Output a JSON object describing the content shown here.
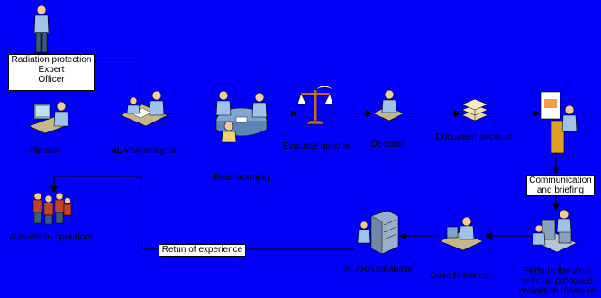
{
  "boxes": {
    "expert_line1": "Radiation protection",
    "expert_line2": "Expert",
    "expert_line3": "Officer",
    "comm_line1": "Communication",
    "comm_line2": "and briefing",
    "return_label": "Retun of experience"
  },
  "labels": {
    "planner": "Planner",
    "alara_analysis": "ALARA analysis",
    "brainstorming": "Brainstorming",
    "evaluate_options": "Evaluate options",
    "decision": "Decision",
    "document_decision": "Document decision",
    "workers": "Workers or operators",
    "alara_database": "ALARA database",
    "dose_follow_up": "Dose follow up",
    "perform_line1": "Perform the work",
    "perform_line2": "with the proposed",
    "perform_line3": "protection measure"
  },
  "colors": {
    "background": "#0000f8",
    "line": "#000000",
    "box_fill": "#ffffff"
  },
  "icons": [
    "person-icon",
    "computer-desk-icon",
    "analysis-table-icon",
    "meeting-icon",
    "scales-icon",
    "decision-desk-icon",
    "documents-icon",
    "presenter-icon",
    "workers-group-icon",
    "database-server-icon",
    "follow-up-desk-icon",
    "control-room-icon"
  ]
}
